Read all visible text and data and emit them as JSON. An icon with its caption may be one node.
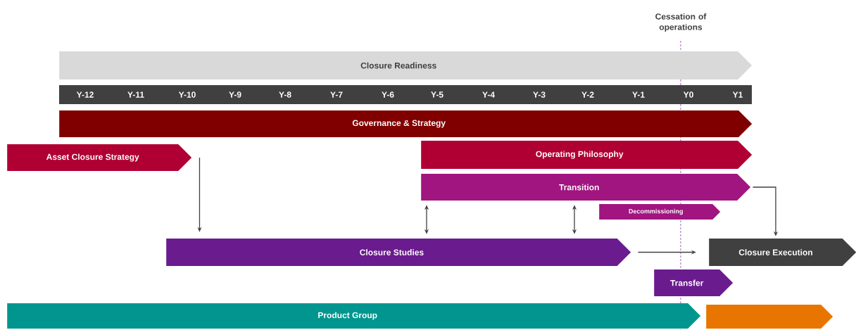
{
  "diagram": {
    "nodes": [
      {
        "text": [
          "Closure Readiness"
        ]
      },
      {
        "text": [
          "Governance & Strategy"
        ]
      },
      {
        "text": [
          "Asset Closure Strategy"
        ]
      },
      {
        "text": [
          "Operating Philosophy"
        ]
      },
      {
        "text": [
          "Transition"
        ]
      },
      {
        "text": [
          "Decommissioning"
        ]
      },
      {
        "text": [
          "Closure Studies"
        ]
      },
      {
        "text": [
          "Closure Execution"
        ]
      },
      {
        "text": [
          "Transfer"
        ]
      },
      {
        "text": [
          "Product Group"
        ]
      },
      {
        "text": [],
        "shape": "chevron"
      }
    ],
    "edges": [
      {
        "from": 2,
        "to": 6,
        "arrow": "to"
      },
      {
        "from": 6,
        "to": 4,
        "arrow": "both"
      },
      {
        "from": 6,
        "to": 4,
        "arrow": "both"
      },
      {
        "from": 6,
        "to": 7,
        "arrow": "to"
      },
      {
        "from": 4,
        "to": 7,
        "arrow": "to"
      }
    ],
    "labels": [
      "Cessation of operations",
      "Y-12",
      "Y-11",
      "Y-10",
      "Y-9",
      "Y-8",
      "Y-7",
      "Y-6",
      "Y-5",
      "Y-4",
      "Y-3",
      "Y-2",
      "Y-1",
      "Y0",
      "Y1"
    ]
  }
}
